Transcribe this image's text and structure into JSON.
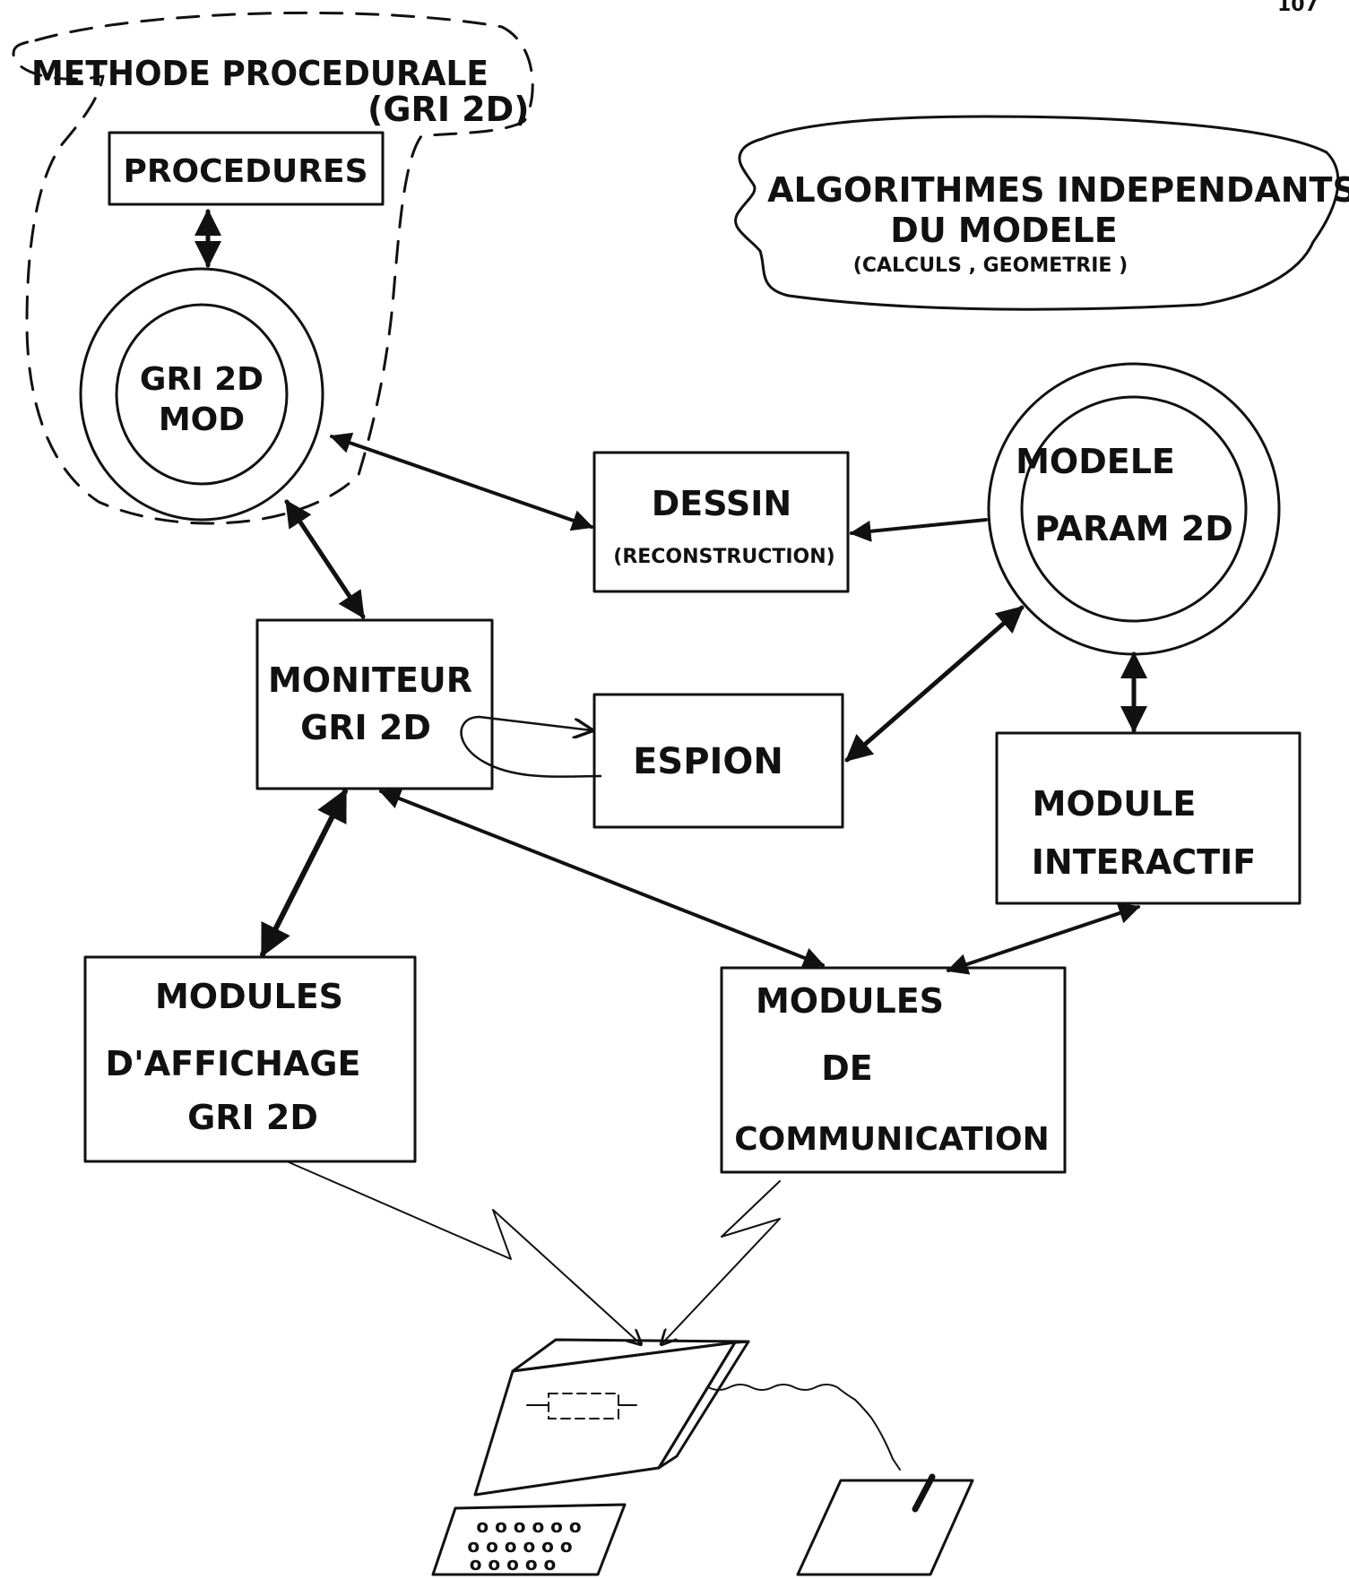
{
  "page_number": "107",
  "procedural_group": {
    "title": "METHODE PROCEDURALE",
    "subtitle": "(GRI 2D)"
  },
  "procedures_box": {
    "label": "PROCEDURES"
  },
  "gri2d_mod": {
    "line1": "GRI 2D",
    "line2": "MOD"
  },
  "algorithms_cloud": {
    "line1": "ALGORITHMES INDEPENDANTS",
    "line2": "DU  MODELE",
    "line3": "(CALCULS  , GEOMETRIE )"
  },
  "dessin_box": {
    "line1": "DESSIN",
    "line2": "(RECONSTRUCTION)"
  },
  "modele_param": {
    "line1": "MODELE",
    "line2": "PARAM 2D"
  },
  "moniteur_box": {
    "line1": "MONITEUR",
    "line2": "GRI 2D"
  },
  "espion_box": {
    "label": "ESPION"
  },
  "module_interactif_box": {
    "line1": "MODULE",
    "line2": "INTERACTIF"
  },
  "affichage_box": {
    "line1": "MODULES",
    "line2": "D'AFFICHAGE",
    "line3": "GRI  2D"
  },
  "communication_box": {
    "line1": "MODULES",
    "line2": "DE",
    "line3": "COMMUNICATION"
  },
  "colors": {
    "ink": "#111111",
    "paper": "#ffffff"
  }
}
